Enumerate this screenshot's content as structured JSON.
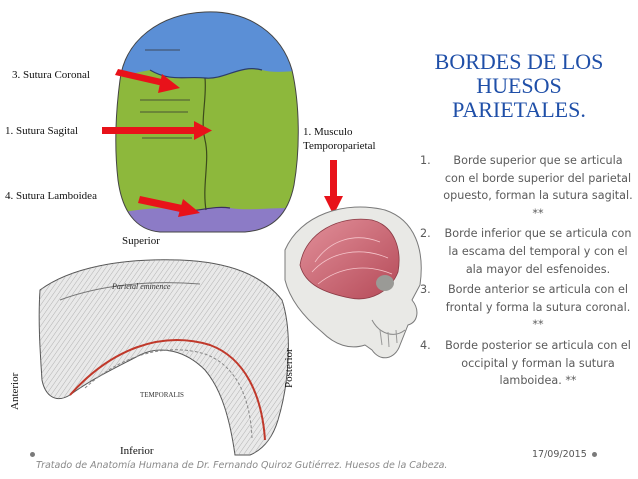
{
  "title": {
    "line1": "BORDES DE LOS",
    "line2": "HUESOS",
    "line3": "PARIETALES."
  },
  "points": [
    {
      "num": "1.",
      "text": "Borde superior que se articula con el borde superior del parietal opuesto, forman la sutura sagital. **"
    },
    {
      "num": "2.",
      "text": "Borde inferior que se articula con la escama del temporal y con el ala mayor del esfenoides."
    },
    {
      "num": "3.",
      "text": "Borde anterior se articula con el frontal y forma la sutura coronal. **"
    },
    {
      "num": "4.",
      "text": "Borde posterior se articula con el occipital y forman la sutura lamboidea. **"
    }
  ],
  "labels": {
    "sutura_coronal": "3. Sutura Coronal",
    "sutura_sagital": "1. Sutura Sagital",
    "sutura_lamboidea": "4. Sutura Lamboidea",
    "musculo_line1": "1. Musculo",
    "musculo_line2": "Temporoparietal",
    "superior": "Superior",
    "inferior": "Inferior",
    "anterior": "Anterior",
    "posterior": "Posterior",
    "parietal_eminence": "Parietal eminence",
    "temporalis": "TEMPORALIS"
  },
  "footer": {
    "citation": "Tratado de Anatomía Humana de Dr. Fernando Quiroz Gutiérrez. Huesos de la Cabeza.",
    "date": "17/09/2015"
  },
  "colors": {
    "title": "#1f4fa8",
    "arrow": "#e8121a",
    "skull_top": "#5b8fd6",
    "skull_mid": "#8db83c",
    "skull_bottom": "#8c7bc6",
    "muscle": "#c85a66"
  }
}
